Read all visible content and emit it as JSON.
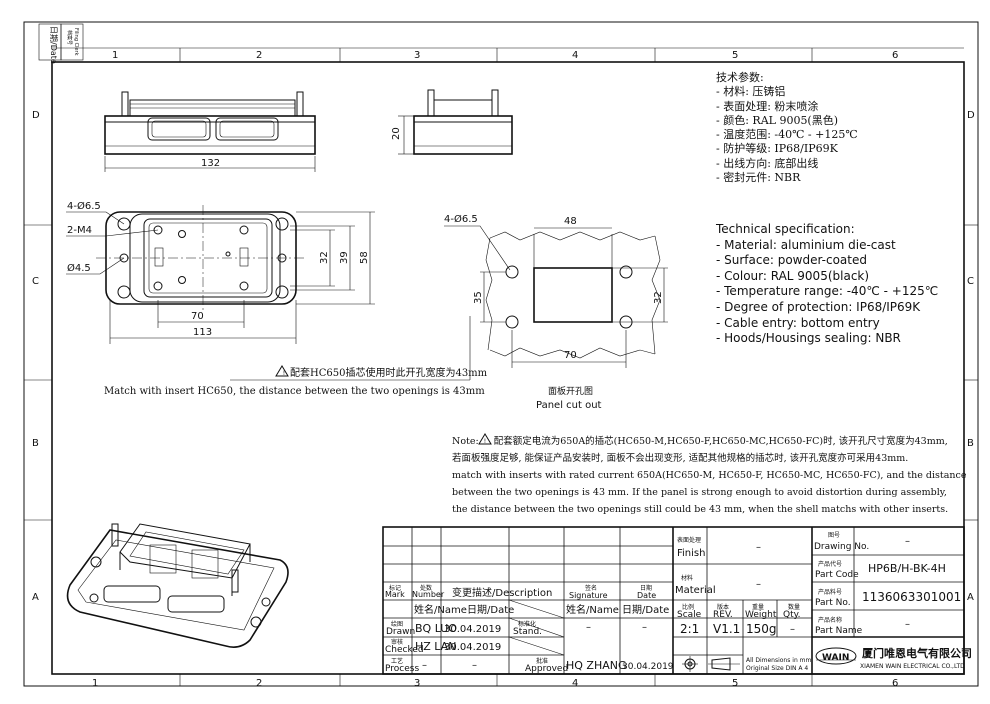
{
  "zones": {
    "columns": [
      "1",
      "2",
      "3",
      "4",
      "5",
      "6"
    ],
    "rows": [
      "D",
      "C",
      "B",
      "A"
    ]
  },
  "side_stamp": {
    "date": "日期/Date",
    "filing": "档案号",
    "filing2": "Filing Clerk"
  },
  "dims_top": {
    "width": "132",
    "height": "20"
  },
  "dims_plan": {
    "holes": "4-Ø6.5",
    "threads": "2-M4",
    "pin": "Ø4.5",
    "h1": "32",
    "h2": "39",
    "h3": "58",
    "w1": "70",
    "w2": "113"
  },
  "dims_cutout": {
    "holes": "4-Ø6.5",
    "w_top": "48",
    "h_left": "35",
    "h_right": "32",
    "w_bottom": "70"
  },
  "warning_note": {
    "cn": "配套HC650插芯使用时此开孔宽度为43mm",
    "en": "Match with insert HC650, the distance between the two openings is 43mm"
  },
  "cutout_caption": {
    "cn": "面板开孔图",
    "en": "Panel cut out"
  },
  "spec_cn": {
    "title": "技术参数:",
    "lines": [
      "- 材料: 压铸铝",
      "- 表面处理: 粉末喷涂",
      "- 颜色: RAL 9005(黑色)",
      "- 温度范围: -40℃ - +125℃",
      "- 防护等级: IP68/IP69K",
      "- 出线方向: 底部出线",
      "- 密封元件: NBR"
    ]
  },
  "spec_en": {
    "title": "Technical specification:",
    "lines": [
      "- Material: aluminium die-cast",
      "- Surface: powder-coated",
      "- Colour: RAL 9005(black)",
      "- Temperature range: -40℃ - +125℃",
      "- Degree of protection: IP68/IP69K",
      "- Cable entry: bottom entry",
      "- Hoods/Housings sealing: NBR"
    ]
  },
  "note": {
    "lead": "Note:",
    "lines": [
      "配套额定电流为650A的插芯(HC650-M,HC650-F,HC650-MC,HC650-FC)时, 该开孔尺寸宽度为43mm,",
      "若面板强度足够, 能保证产品安装时, 面板不会出现变形, 适配其他规格的插芯时, 该开孔宽度亦可采用43mm.",
      "match with inserts with rated current 650A(HC650-M, HC650-F, HC650-MC, HC650-FC), and the distance",
      "between the two openings is 43 mm. If the panel is strong enough to avoid distortion during assembly,",
      "the distance between the two openings still could be 43 mm, when the shell matchs with other inserts."
    ]
  },
  "title_block": {
    "mark_cn": "标记",
    "mark_en": "Mark",
    "number_cn": "处数",
    "number_en": "Number",
    "desc": "变更描述/Description",
    "sig_cn": "签名",
    "sig_en": "Signature",
    "date_cn": "日期",
    "date_en": "Date",
    "name_h": "姓名/Name",
    "date_h": "日期/Date",
    "drawn_cn": "绘图",
    "drawn_en": "Drawn",
    "checked_cn": "审核",
    "checked_en": "Checked",
    "process_cn": "工艺",
    "process_en": "Process",
    "stand_cn": "标准化",
    "stand_en": "Stand.",
    "approved_cn": "批准",
    "approved_en": "Approved",
    "drawn_name": "BQ LUO",
    "drawn_date": "30.04.2019",
    "checked_name": "HZ LAN",
    "checked_date": "30.04.2019",
    "process_name": "–",
    "process_date": "–",
    "stand_name": "–",
    "stand_date": "–",
    "approved_name": "HQ ZHANG",
    "approved_date": "30.04.2019",
    "finish_cn": "表面处理",
    "finish_en": "Finish",
    "finish_val": "–",
    "material_cn": "材料",
    "material_en": "Material",
    "material_val": "–",
    "scale_cn": "比例",
    "scale_en": "Scale",
    "scale_val": "2:1",
    "rev_cn": "版本",
    "rev_en": "REV.",
    "rev_val": "V1.1",
    "weight_cn": "重量",
    "weight_en": "Weight",
    "weight_val": "150g",
    "qty_cn": "数量",
    "qty_en": "Qty.",
    "qty_val": "–",
    "dims_note1": "All Dimensions in mm",
    "dims_note2": "Original Size DIN A 4",
    "drawing_no_cn": "图号",
    "drawing_no_en": "Drawing No.",
    "drawing_no_val": "–",
    "part_code_cn": "产品代号",
    "part_code_en": "Part Code",
    "part_code_val": "HP6B/H-BK-4H",
    "part_no_cn": "产品料号",
    "part_no_en": "Part No.",
    "part_no_val": "1136063301001",
    "part_name_cn": "产品名称",
    "part_name_en": "Part Name",
    "part_name_val": "–",
    "logo": "WAIN",
    "company_cn": "厦门唯恩电气有限公司",
    "company_en": "XIAMEN WAIN ELECTRICAL CO.,LTD"
  }
}
